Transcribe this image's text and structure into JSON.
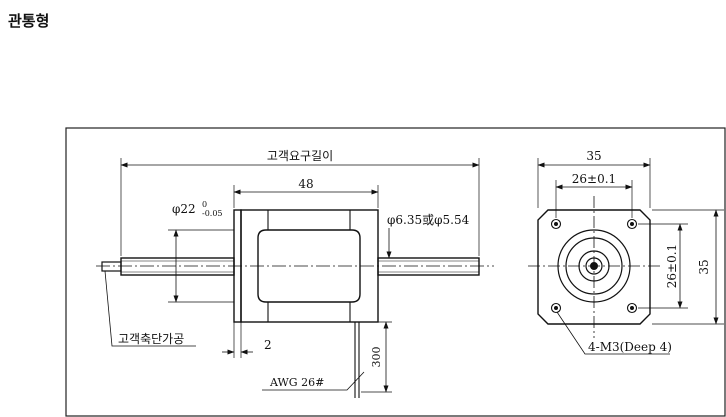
{
  "page_title": "관통형",
  "side_view": {
    "overall_length_label": "고객요구길이",
    "body_length": "48",
    "flange_diameter": "φ22",
    "flange_tolerance_upper": "0",
    "flange_tolerance_lower": "-0.05",
    "shaft_diameter": "φ6.35或φ5.54",
    "shaft_end_label": "고객축단가공",
    "flange_thickness": "2",
    "lead_length": "300",
    "wire_gauge": "AWG 26#"
  },
  "front_view": {
    "width": "35",
    "hole_pitch_horizontal": "26±0.1",
    "hole_pitch_vertical": "26±0.1",
    "height": "35",
    "mounting_holes": "4-M3(Deep 4)"
  }
}
